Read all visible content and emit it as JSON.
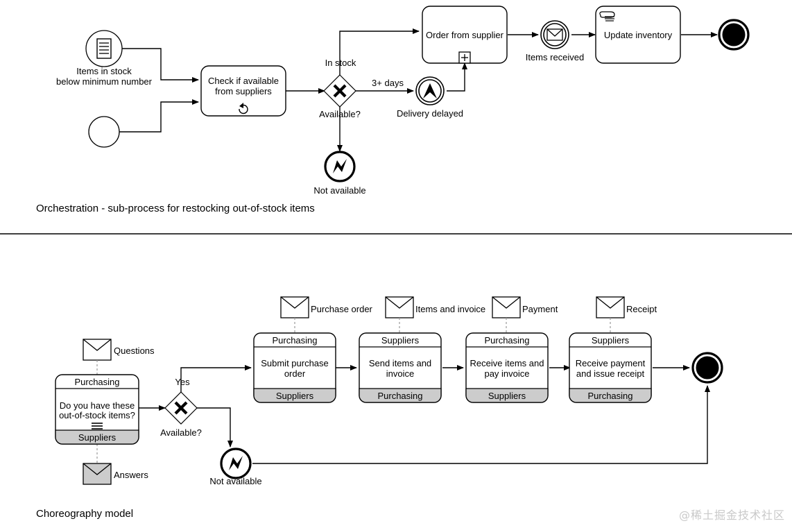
{
  "diagram": {
    "title_top": "Orchestration - sub-process for restocking out-of-stock items",
    "title_bottom": "Choreography model",
    "watermark": "@稀土掘金技术社区",
    "colors": {
      "stroke": "#000000",
      "fill": "#ffffff",
      "band_gray": "#cccccc",
      "message_gray": "#cccccc",
      "divider": "#000000"
    }
  },
  "orchestration": {
    "start_conditional": {
      "label_line1": "Items in stock",
      "label_line2": "below minimum number",
      "icon": "conditional-event-icon"
    },
    "start_plain": {
      "label": "",
      "icon": "start-event-icon"
    },
    "task_check": {
      "label_line1": "Check if available",
      "label_line2": "from suppliers",
      "marker": "loop-marker-icon"
    },
    "gateway_available": {
      "label": "Available?",
      "icon": "exclusive-gateway-icon"
    },
    "flow_in_stock": "In stock",
    "flow_3_days": "3+ days",
    "event_delivery_delayed": {
      "label": "Delivery delayed",
      "icon": "escalation-event-icon"
    },
    "event_not_available": {
      "label": "Not available",
      "icon": "error-end-event-icon"
    },
    "subprocess_order": {
      "label": "Order from supplier",
      "marker": "subprocess-plus-icon"
    },
    "event_items_received": {
      "label": "Items received",
      "icon": "message-intermediate-event-icon"
    },
    "task_update_inventory": {
      "label": "Update inventory",
      "marker": "manual-task-icon"
    },
    "end_event": {
      "label": "",
      "icon": "terminate-end-event-icon"
    }
  },
  "choreography": {
    "messages": [
      {
        "label": "Questions",
        "fill": "white"
      },
      {
        "label": "Answers",
        "fill": "gray"
      },
      {
        "label": "Purchase order",
        "fill": "white"
      },
      {
        "label": "Items and invoice",
        "fill": "white"
      },
      {
        "label": "Payment",
        "fill": "white"
      },
      {
        "label": "Receipt",
        "fill": "white"
      }
    ],
    "tasks": [
      {
        "top_band": "Purchasing",
        "body_line1": "Do you have these",
        "body_line2": "out-of-stock items?",
        "bottom_band": "Suppliers",
        "marker": "multi-instance-icon"
      },
      {
        "top_band": "Purchasing",
        "body_line1": "Submit purchase",
        "body_line2": "order",
        "bottom_band": "Suppliers",
        "marker": ""
      },
      {
        "top_band": "Suppliers",
        "body_line1": "Send items and",
        "body_line2": "invoice",
        "bottom_band": "Purchasing",
        "marker": ""
      },
      {
        "top_band": "Purchasing",
        "body_line1": "Receive items and",
        "body_line2": "pay invoice",
        "bottom_band": "Suppliers",
        "marker": ""
      },
      {
        "top_band": "Suppliers",
        "body_line1": "Receive payment",
        "body_line2": "and issue receipt",
        "bottom_band": "Purchasing",
        "marker": ""
      }
    ],
    "gateway_available": {
      "label": "Available?",
      "icon": "exclusive-gateway-icon"
    },
    "flow_yes": "Yes",
    "event_not_available": {
      "label": "Not available",
      "icon": "error-intermediate-event-icon"
    },
    "end_event": {
      "label": "",
      "icon": "terminate-end-event-icon"
    }
  }
}
